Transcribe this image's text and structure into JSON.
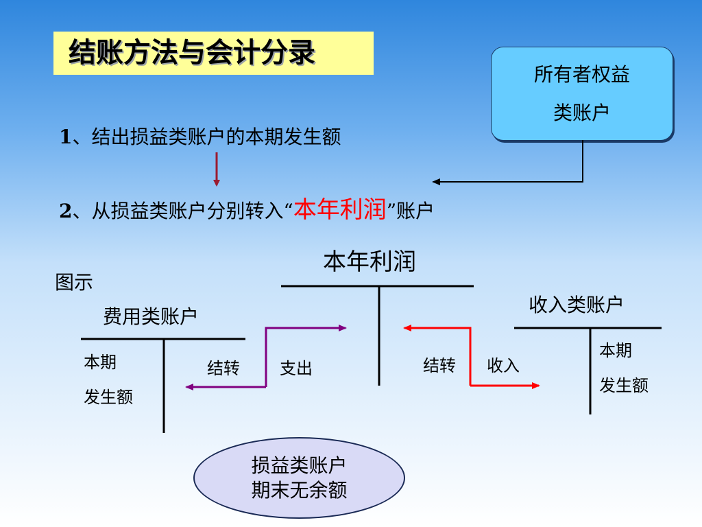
{
  "title": "结账方法与会计分录",
  "owner_equity": {
    "line1": "所有者权益",
    "line2": "类账户"
  },
  "steps": {
    "step1": {
      "num": "1",
      "text": "、结出损益类账户的本期发生额"
    },
    "step2": {
      "num": "2",
      "text_before": "、从损益类账户分别转入“",
      "highlight": "本年利润",
      "text_after": "”账户"
    }
  },
  "diagram": {
    "label": "图示",
    "profit_account": "本年利润",
    "expense_account": {
      "title": "费用类账户",
      "amount_line1": "本期",
      "amount_line2": "发生额"
    },
    "income_account": {
      "title": "收入类账户",
      "amount_line1": "本期",
      "amount_line2": "发生额"
    },
    "left_transfer": {
      "transfer": "结转",
      "side": "支出"
    },
    "right_transfer": {
      "transfer": "结转",
      "side": "收入"
    },
    "conclusion": {
      "line1": "损益类账户",
      "line2": "期末无余额"
    }
  },
  "colors": {
    "title_bg": "#ffff99",
    "owner_box_bg": "#66ccff",
    "highlight_text": "#ff0000",
    "expense_arrow": "#800080",
    "income_arrow": "#ff0000",
    "down_arrow": "#9b1b30",
    "ellipse_bg": "#d9daf6"
  },
  "icons": {
    "down_arrow": "arrow-down-icon",
    "return_arrow": "arrow-left-icon",
    "expense_transfer_arrow": "arrow-right-icon",
    "income_transfer_arrow": "arrow-right-icon"
  }
}
